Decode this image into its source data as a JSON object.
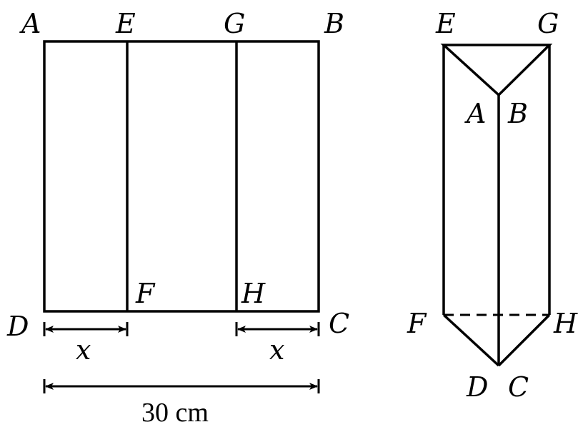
{
  "sheet": {
    "labels": {
      "A": "A",
      "E": "E",
      "G": "G",
      "B": "B",
      "D": "D",
      "F": "F",
      "H": "H",
      "C": "C"
    },
    "left_fold_width": "x",
    "right_fold_width": "x",
    "total_width": "30 cm"
  },
  "prism": {
    "labels": {
      "E": "E",
      "G": "G",
      "A": "A",
      "B": "B",
      "F": "F",
      "H": "H",
      "D": "D",
      "C": "C"
    }
  }
}
